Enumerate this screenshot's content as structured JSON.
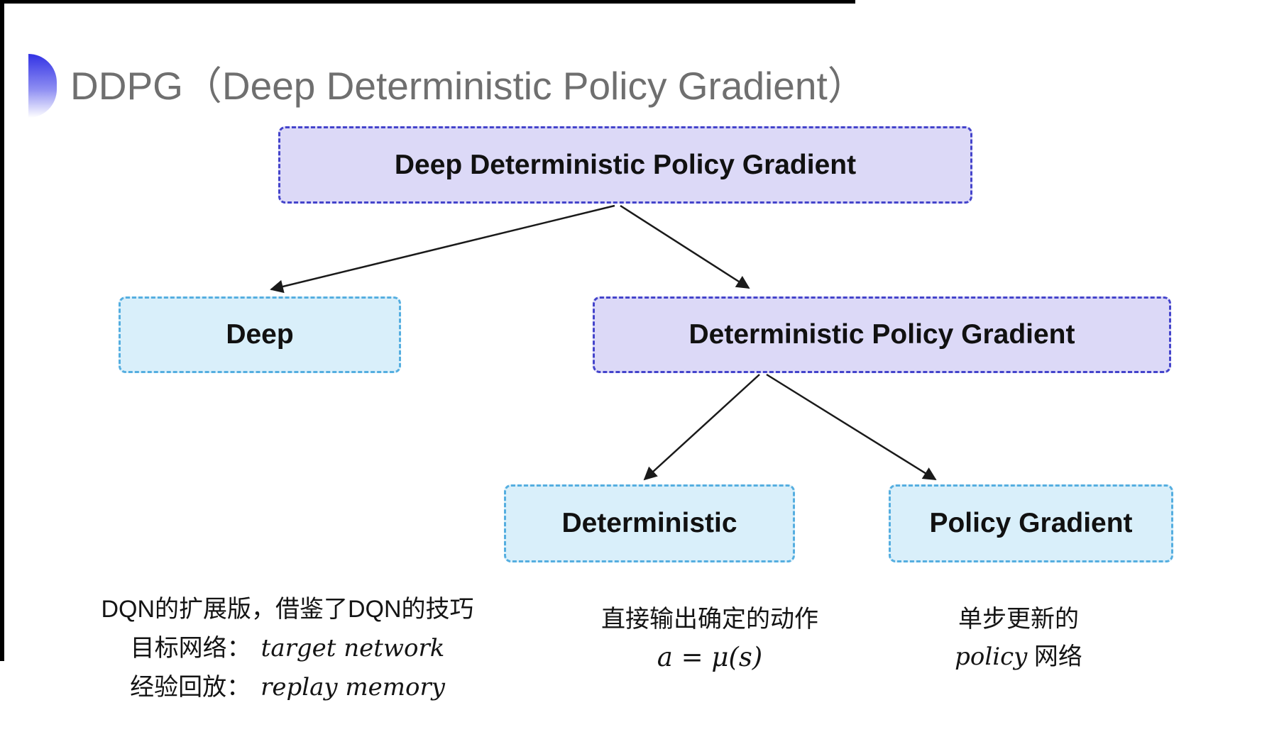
{
  "slide_title": "DDPG（Deep Deterministic Policy Gradient）",
  "nodes": {
    "root": {
      "label": "Deep Deterministic Policy Gradient"
    },
    "deep": {
      "label": "Deep"
    },
    "dpg": {
      "label": "Deterministic Policy Gradient"
    },
    "deterministic": {
      "label": "Deterministic"
    },
    "policy_gradient": {
      "label": "Policy Gradient"
    }
  },
  "annotations": {
    "deep": {
      "line1": "DQN的扩展版，借鉴了DQN的技巧",
      "target_label": "目标网络：",
      "target_value": "target network",
      "replay_label": "经验回放：",
      "replay_value": "replay memory"
    },
    "deterministic": {
      "line1": "直接输出确定的动作",
      "formula": "a = μ(s)"
    },
    "policy_gradient": {
      "line1": "单步更新的",
      "line2_italic": "policy",
      "line2_rest": " 网络"
    }
  },
  "colors": {
    "purple_fill": "#dcd9f7",
    "purple_border": "#4444cb",
    "cyan_fill": "#d9effa",
    "cyan_border": "#55aee0",
    "title_text": "#6f6f6f",
    "node_text": "#111111",
    "bullet_top": "#3232e4",
    "arrow": "#1a1a1a"
  }
}
